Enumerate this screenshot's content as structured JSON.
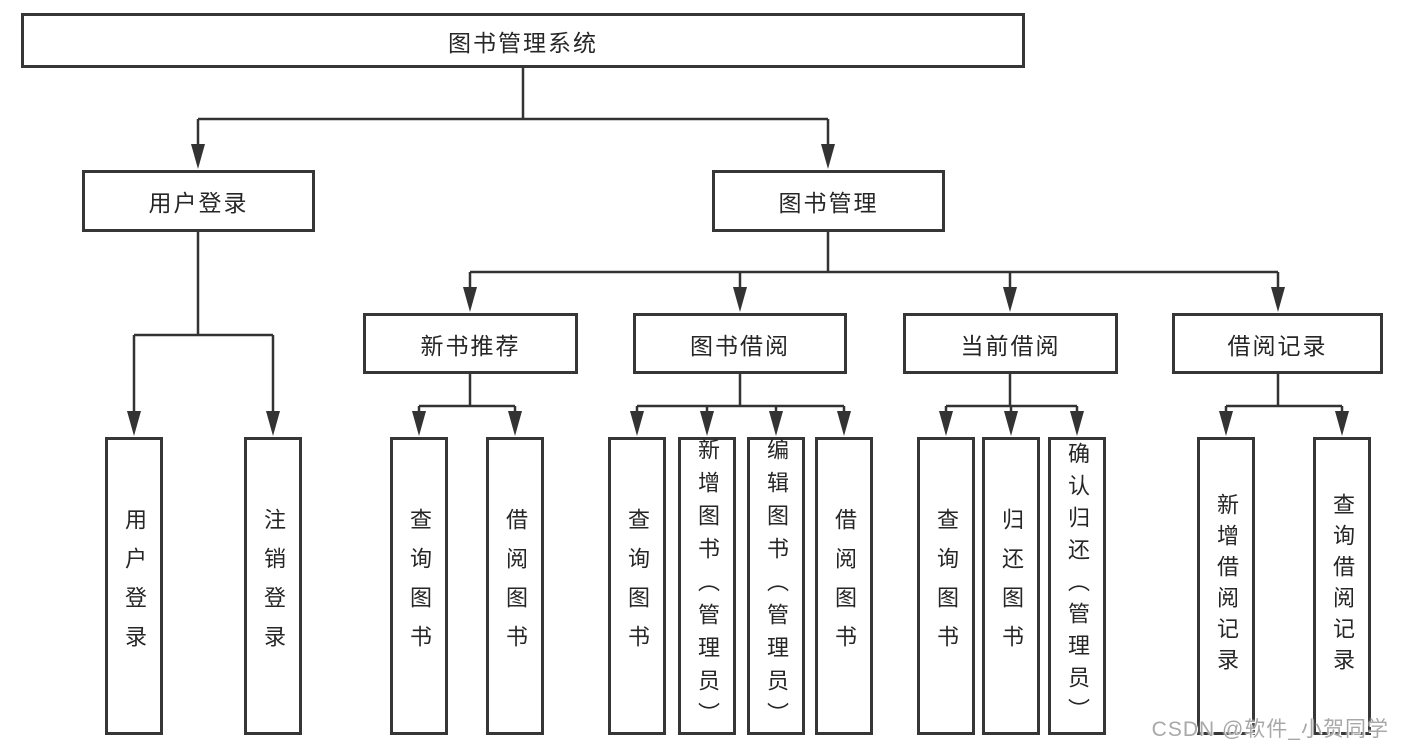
{
  "diagram": {
    "root": "图书管理系统",
    "level2": {
      "user_login": "用户登录",
      "book_mgmt": "图书管理"
    },
    "level3": {
      "new_rec": "新书推荐",
      "borrow": "图书借阅",
      "current": "当前借阅",
      "records": "借阅记录"
    },
    "leaves": {
      "login": "用户登录",
      "logout": "注销登录",
      "rec_query": "查询图书",
      "rec_borrow": "借阅图书",
      "bor_query": "查询图书",
      "bor_add": "新增图书（管理员）",
      "bor_edit": "编辑图书（管理员）",
      "bor_borrow": "借阅图书",
      "cur_query": "查询图书",
      "cur_return": "归还图书",
      "cur_confirm": "确认归还（管理员）",
      "log_add": "新增借阅记录",
      "log_query": "查询借阅记录"
    }
  },
  "watermark": "CSDN @软件_小贺同学",
  "colors": {
    "line": "#333333",
    "border": "#363636",
    "text": "#262626",
    "watermark": "#a8a8a8",
    "background": "#ffffff"
  }
}
